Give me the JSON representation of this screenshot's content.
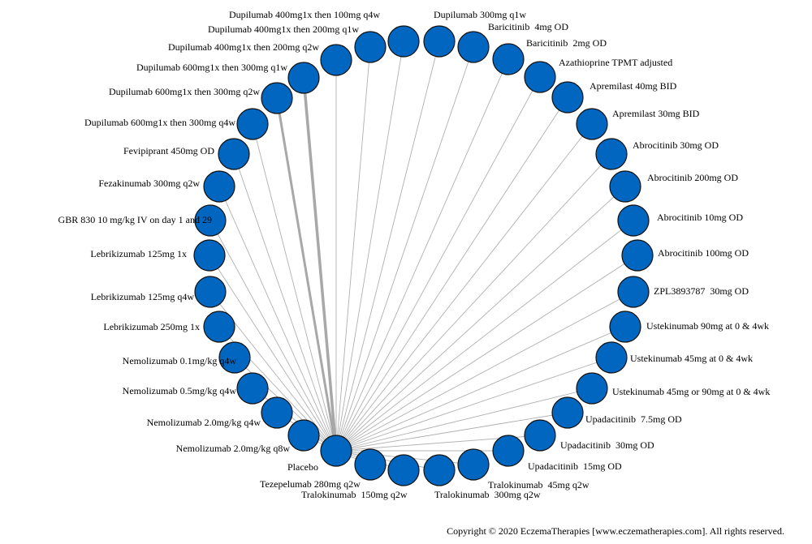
{
  "colors": {
    "node_fill": "#0066c0",
    "node_stroke": "#111111",
    "edge": "#b0b0b0",
    "edge_strong": "#a8a8a8"
  },
  "hub": "Placebo",
  "nodes": [
    "Placebo",
    "Nemolizumab 2.0mg/kg q8w",
    "Nemolizumab 2.0mg/kg q4w",
    "Nemolizumab 0.5mg/kg q4w",
    "Nemolizumab 0.1mg/kg q4w",
    "Lebrikizumab 250mg 1x",
    "Lebrikizumab 125mg q4w",
    "Lebrikizumab 125mg 1x",
    "GBR 830 10 mg/kg IV on day 1 and 29",
    "Fezakinumab 300mg q2w",
    "Fevipiprant 450mg OD",
    "Dupilumab 600mg1x then 300mg q4w",
    "Dupilumab 600mg1x then 300mg q2w",
    "Dupilumab 600mg1x then 300mg q1w",
    "Dupilumab 400mg1x then 200mg q2w",
    "Dupilumab 400mg1x then 200mg q1w",
    "Dupilumab 400mg1x then 100mg q4w",
    "Dupilumab 300mg q1w",
    "Baricitinib  4mg OD",
    "Baricitinib  2mg OD",
    "Azathioprine TPMT adjusted",
    "Apremilast 40mg BID",
    "Apremilast 30mg BID",
    "Abrocitinib 30mg OD",
    "Abrocitinib 200mg OD",
    "Abrocitinib 10mg OD",
    "Abrocitinib 100mg OD",
    "ZPL3893787  30mg OD",
    "Ustekinumab 90mg at 0 & 4wk",
    "Ustekinumab 45mg at 0 & 4wk",
    "Ustekinumab 45mg or 90mg at 0 & 4wk",
    "Upadacitinib  7.5mg OD",
    "Upadacitinib  30mg OD",
    "Upadacitinib  15mg OD",
    "Tralokinumab  45mg q2w",
    "Tralokinumab  300mg q2w",
    "Tralokinumab  150mg q2w",
    "Tezepelumab 280mg q2w"
  ],
  "edges": [
    {
      "from": "Placebo",
      "to": "Nemolizumab 2.0mg/kg q8w"
    },
    {
      "from": "Placebo",
      "to": "Nemolizumab 2.0mg/kg q4w"
    },
    {
      "from": "Placebo",
      "to": "Nemolizumab 0.5mg/kg q4w"
    },
    {
      "from": "Placebo",
      "to": "Nemolizumab 0.1mg/kg q4w"
    },
    {
      "from": "Placebo",
      "to": "Lebrikizumab 250mg 1x"
    },
    {
      "from": "Placebo",
      "to": "Lebrikizumab 125mg q4w"
    },
    {
      "from": "Placebo",
      "to": "Lebrikizumab 125mg 1x"
    },
    {
      "from": "Placebo",
      "to": "GBR 830 10 mg/kg IV on day 1 and 29"
    },
    {
      "from": "Placebo",
      "to": "Fezakinumab 300mg q2w"
    },
    {
      "from": "Placebo",
      "to": "Fevipiprant 450mg OD"
    },
    {
      "from": "Placebo",
      "to": "Dupilumab 600mg1x then 300mg q4w"
    },
    {
      "from": "Placebo",
      "to": "Dupilumab 600mg1x then 300mg q2w",
      "weight": 3
    },
    {
      "from": "Placebo",
      "to": "Dupilumab 600mg1x then 300mg q1w",
      "weight": 3.5
    },
    {
      "from": "Placebo",
      "to": "Dupilumab 400mg1x then 200mg q2w"
    },
    {
      "from": "Placebo",
      "to": "Dupilumab 400mg1x then 200mg q1w"
    },
    {
      "from": "Placebo",
      "to": "Dupilumab 400mg1x then 100mg q4w"
    },
    {
      "from": "Placebo",
      "to": "Dupilumab 300mg q1w"
    },
    {
      "from": "Placebo",
      "to": "Baricitinib  4mg OD"
    },
    {
      "from": "Placebo",
      "to": "Baricitinib  2mg OD"
    },
    {
      "from": "Placebo",
      "to": "Azathioprine TPMT adjusted"
    },
    {
      "from": "Placebo",
      "to": "Apremilast 40mg BID"
    },
    {
      "from": "Placebo",
      "to": "Apremilast 30mg BID"
    },
    {
      "from": "Placebo",
      "to": "Abrocitinib 30mg OD"
    },
    {
      "from": "Placebo",
      "to": "Abrocitinib 200mg OD"
    },
    {
      "from": "Placebo",
      "to": "Abrocitinib 10mg OD"
    },
    {
      "from": "Placebo",
      "to": "Abrocitinib 100mg OD"
    },
    {
      "from": "Placebo",
      "to": "ZPL3893787  30mg OD"
    },
    {
      "from": "Placebo",
      "to": "Ustekinumab 90mg at 0 & 4wk"
    },
    {
      "from": "Placebo",
      "to": "Ustekinumab 45mg at 0 & 4wk"
    },
    {
      "from": "Placebo",
      "to": "Ustekinumab 45mg or 90mg at 0 & 4wk"
    },
    {
      "from": "Placebo",
      "to": "Upadacitinib  7.5mg OD"
    },
    {
      "from": "Placebo",
      "to": "Upadacitinib  30mg OD"
    },
    {
      "from": "Placebo",
      "to": "Upadacitinib  15mg OD"
    },
    {
      "from": "Placebo",
      "to": "Tralokinumab  45mg q2w"
    },
    {
      "from": "Placebo",
      "to": "Tralokinumab  300mg q2w"
    },
    {
      "from": "Placebo",
      "to": "Tralokinumab  150mg q2w"
    },
    {
      "from": "Placebo",
      "to": "Tezepelumab 280mg q2w"
    }
  ],
  "copyright": "Copyright © 2020 EczemaTherapies  [www.eczematherapies.com]. All rights reserved."
}
